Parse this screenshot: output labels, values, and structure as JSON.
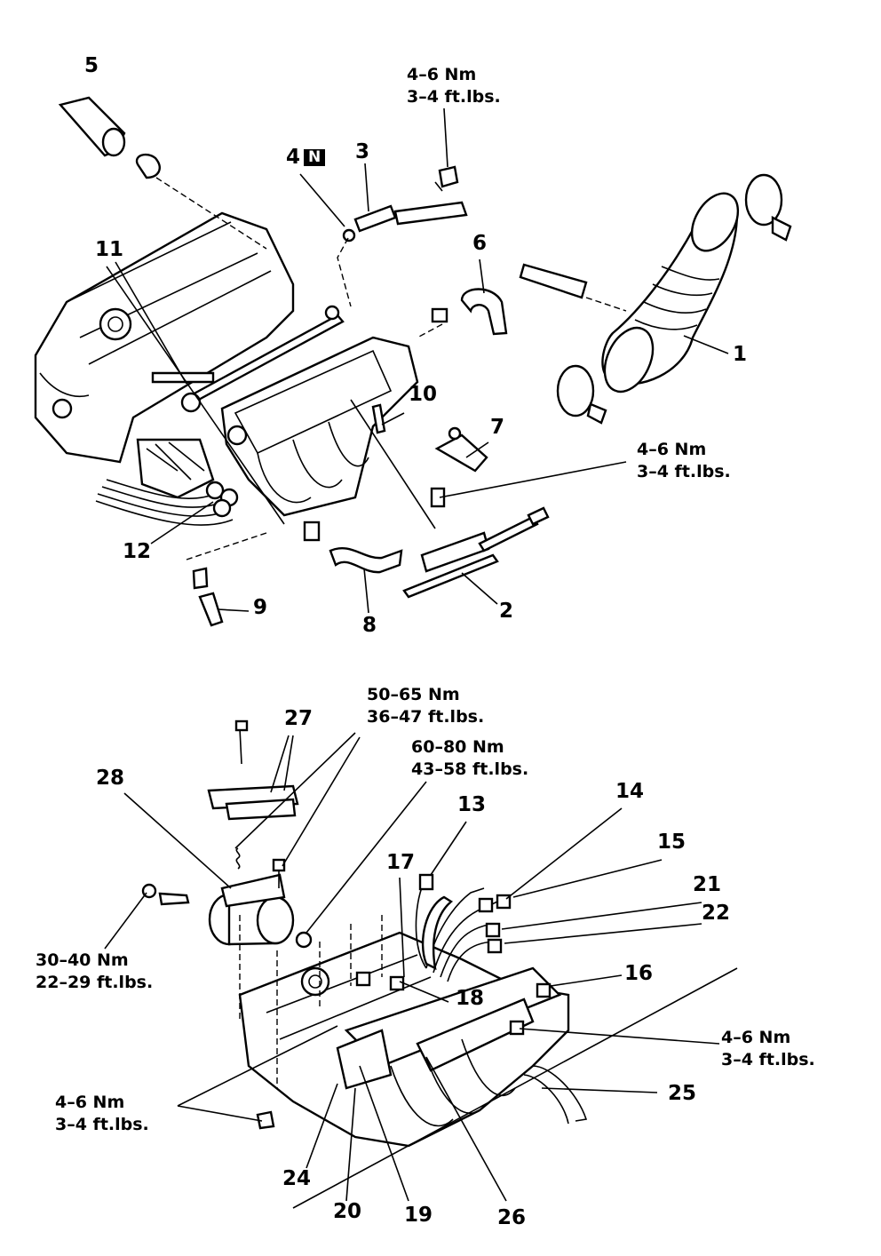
{
  "callouts": {
    "c1": "1",
    "c2": "2",
    "c3": "3",
    "c4": "4",
    "c4_badge": "N",
    "c5": "5",
    "c6": "6",
    "c7": "7",
    "c8": "8",
    "c9": "9",
    "c10": "10",
    "c11": "11",
    "c12": "12",
    "c13": "13",
    "c14": "14",
    "c15": "15",
    "c16": "16",
    "c17": "17",
    "c18": "18",
    "c19": "19",
    "c20": "20",
    "c21": "21",
    "c22": "22",
    "c24": "24",
    "c25": "25",
    "c26": "26",
    "c27": "27",
    "c28": "28"
  },
  "torques": {
    "t_top_l1": "4–6  Nm",
    "t_top_l2": "3–4  ft.lbs.",
    "t_mid_l1": "4–6  Nm",
    "t_mid_l2": "3–4  ft.lbs.",
    "t_a_l1": "50–65  Nm",
    "t_a_l2": "36–47  ft.lbs.",
    "t_b_l1": "60–80  Nm",
    "t_b_l2": "43–58  ft.lbs.",
    "t_c_l1": "30–40  Nm",
    "t_c_l2": "22–29  ft.lbs.",
    "t_d_l1": "4–6  Nm",
    "t_d_l2": "3–4  ft.lbs.",
    "t_e_l1": "4–6  Nm",
    "t_e_l2": "3–4  ft.lbs."
  }
}
